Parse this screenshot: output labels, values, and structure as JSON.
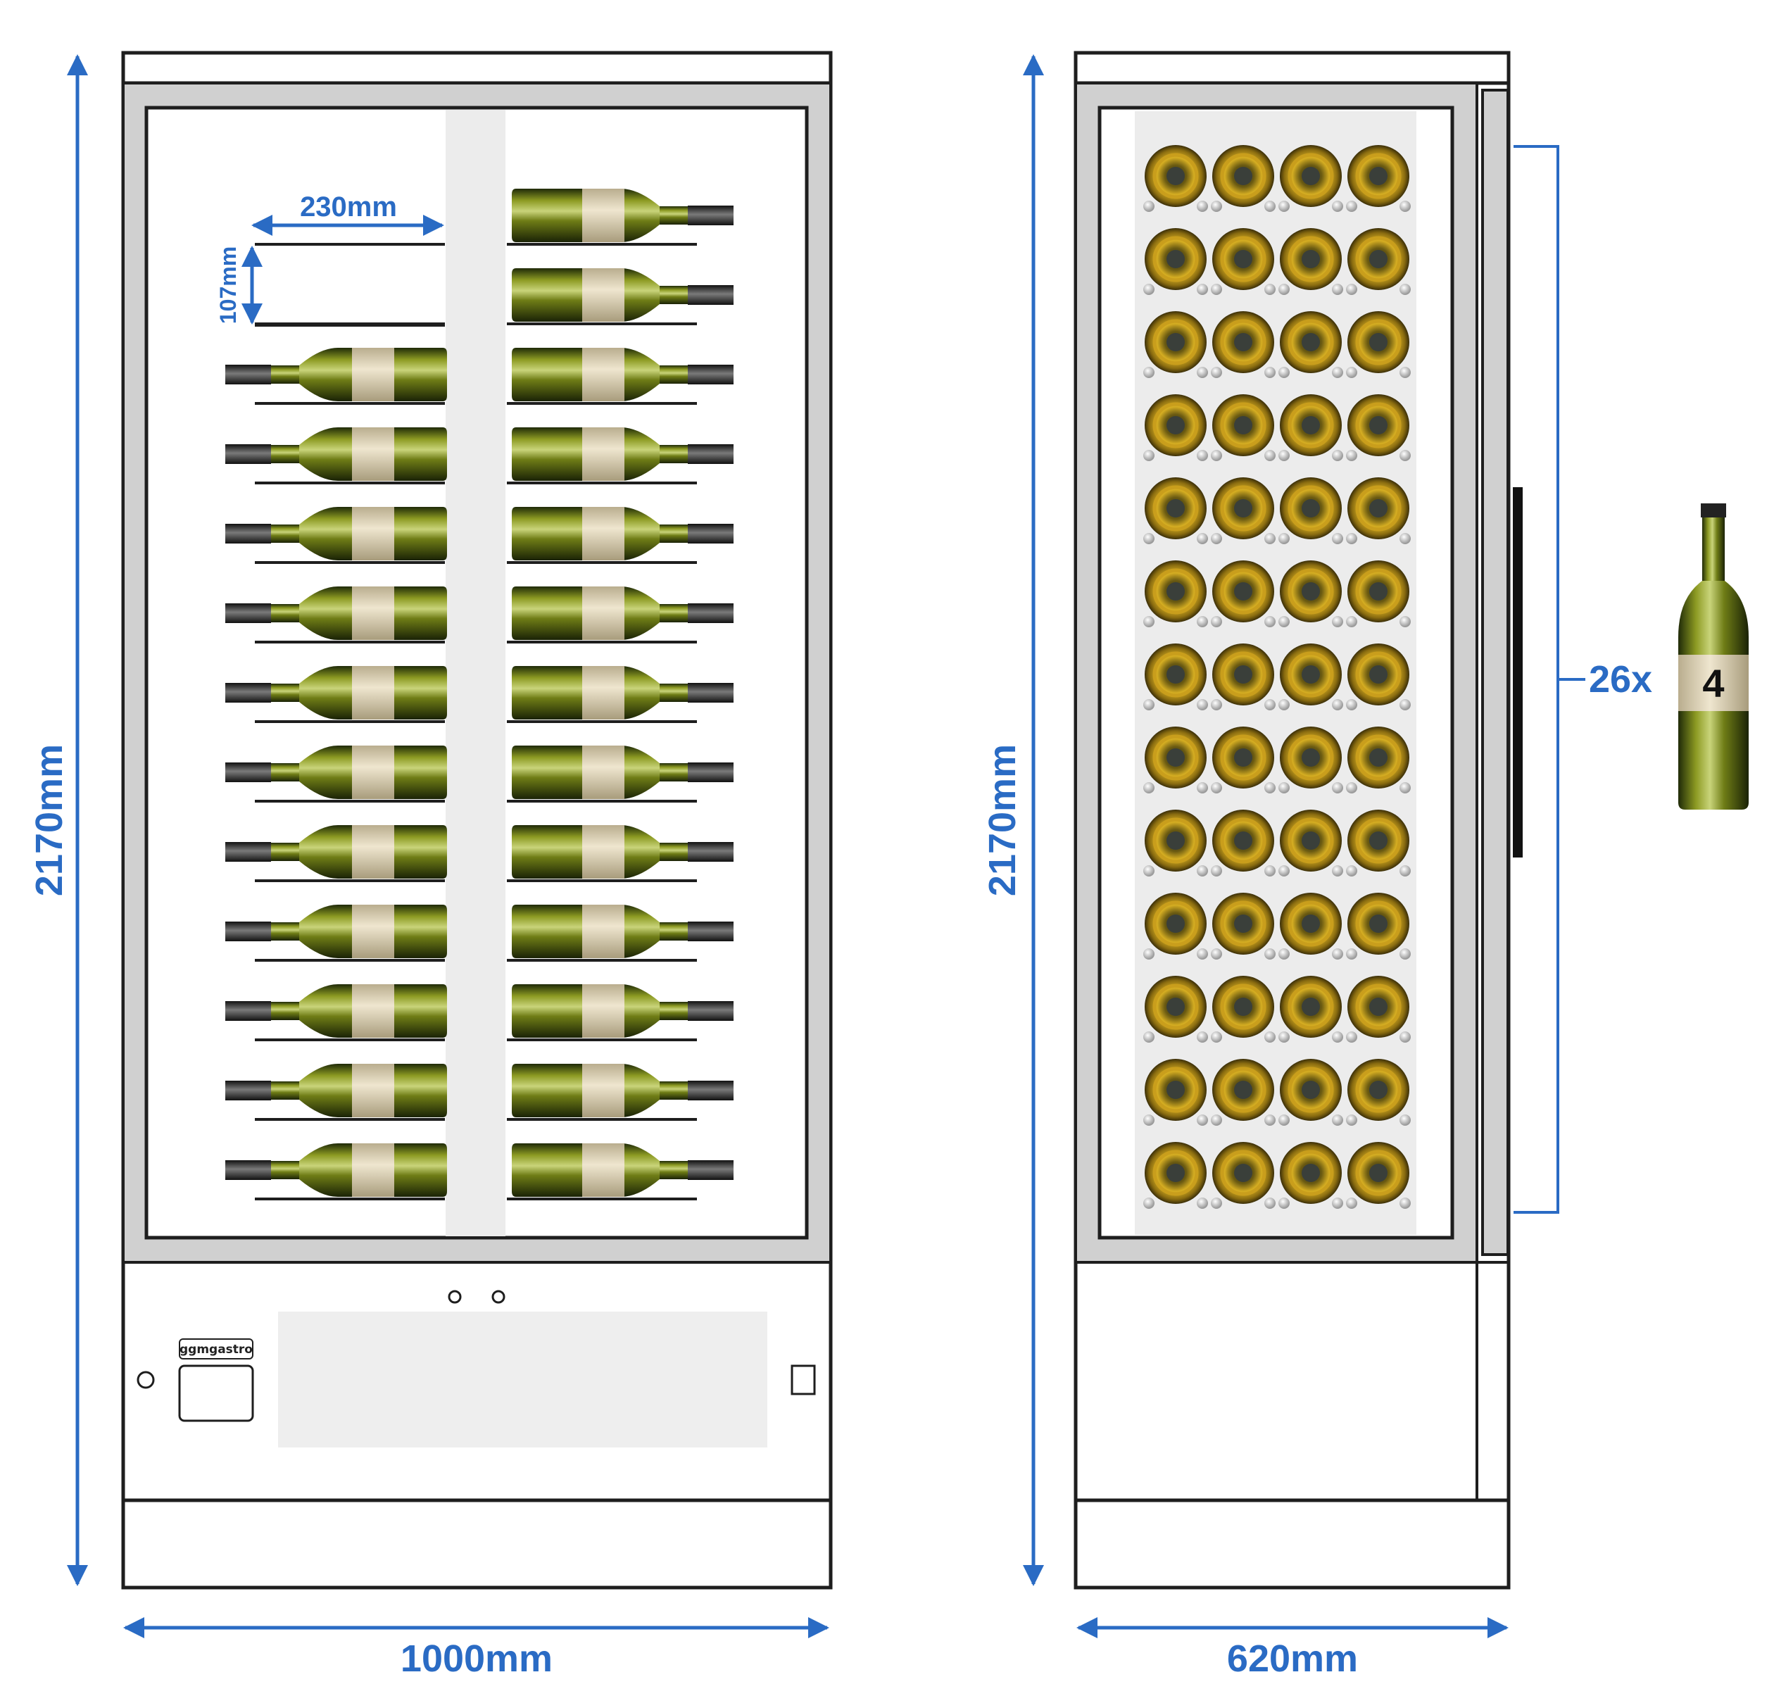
{
  "colors": {
    "dimension": "#2a6bc4",
    "outline": "#1e1e1e",
    "frame": "#d0d0d0",
    "panel": "#f0f0f0",
    "glass": "#7e8a1c",
    "label": "#e0d5b8"
  },
  "front_view": {
    "height_label": "2170mm",
    "width_label": "1000mm",
    "shelf_width_label": "230mm",
    "shelf_spacing_label": "107mm",
    "brand": "ggmgastro",
    "left_column_bottles": 11,
    "right_column_bottles": 13
  },
  "side_view": {
    "height_label": "2170mm",
    "depth_label": "620mm",
    "rows": 13,
    "columns": 4
  },
  "shelf_callout": {
    "count_label": "26x",
    "bottle_number": "4",
    "icon": "wine-bottle-icon"
  }
}
